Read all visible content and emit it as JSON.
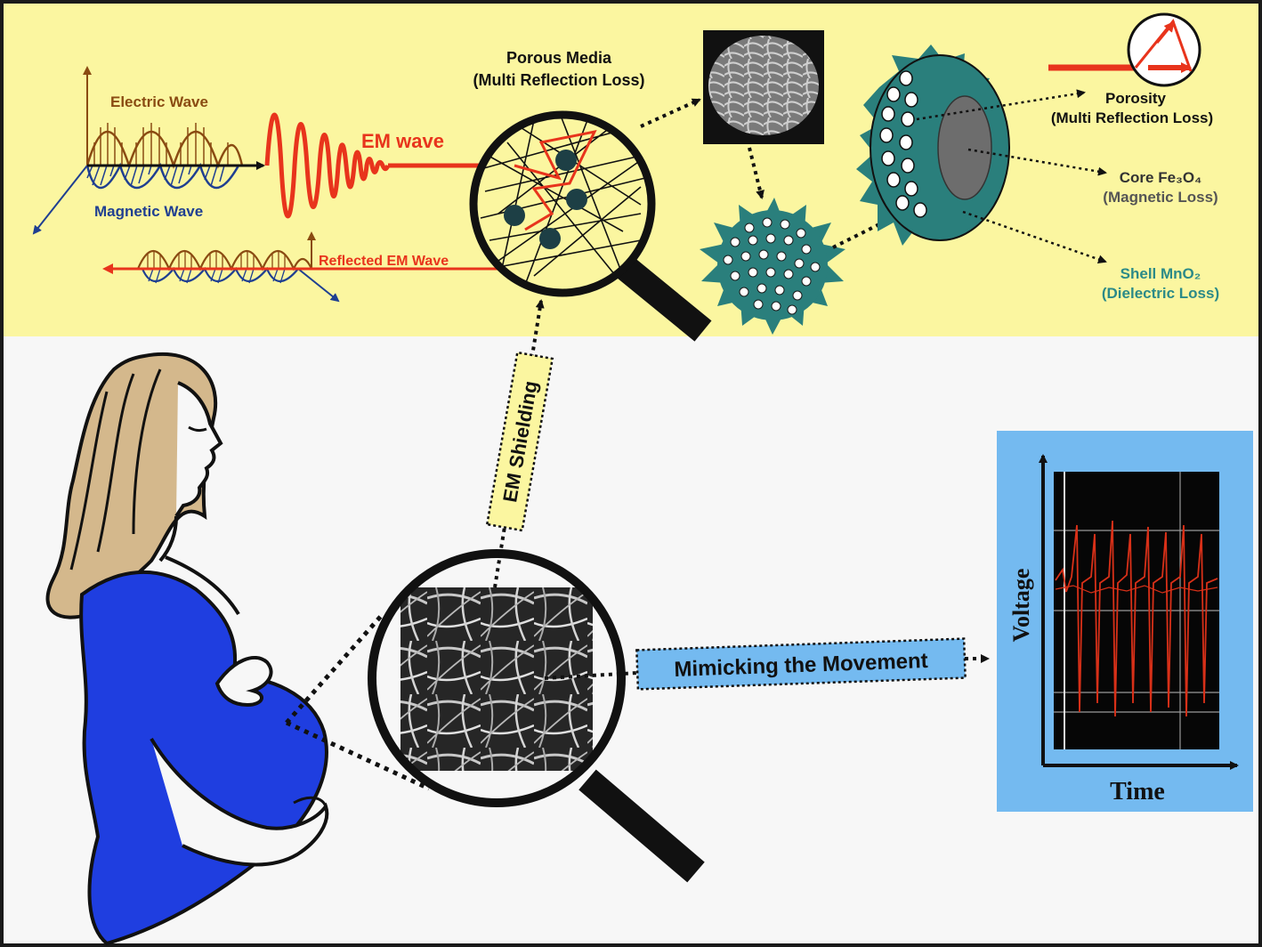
{
  "labels": {
    "electric_wave": "Electric Wave",
    "magnetic_wave": "Magnetic Wave",
    "em_wave": "EM wave",
    "reflected_em_wave": "Reflected EM Wave",
    "porous_media_line1": "Porous Media",
    "porous_media_line2": "(Multi Reflection Loss)",
    "porosity_line1": "Porosity",
    "porosity_line2": "(Multi Reflection Loss)",
    "core_line1": "Core Fe₃O₄",
    "core_line2": "(Magnetic Loss)",
    "shell_line1": "Shell MnO₂",
    "shell_line2": "(Dielectric Loss)",
    "em_shielding": "EM Shielding",
    "mimicking": "Mimicking the Movement",
    "voltage": "Voltage",
    "time": "Time"
  },
  "colors": {
    "top_panel": "#fbf6a0",
    "bottom_panel": "#f7f7f7",
    "electric": "#8a4b12",
    "magnetic": "#1f3f91",
    "em_red": "#e8341c",
    "teal": "#2a7f7c",
    "teal_text": "#2b8a88",
    "dress_blue": "#1f3ee0",
    "hair": "#d4b88c",
    "graph_bg": "#74baf0",
    "scope_bg": "#060606",
    "scope_trace": "#d83018",
    "label_blue": "#74baf0",
    "label_yellow": "#fbf6a0"
  },
  "icons": [
    "magnifier-icon",
    "nanoparticle-icon",
    "reflection-circle-icon",
    "pregnant-woman-illustration",
    "oscilloscope-icon"
  ]
}
